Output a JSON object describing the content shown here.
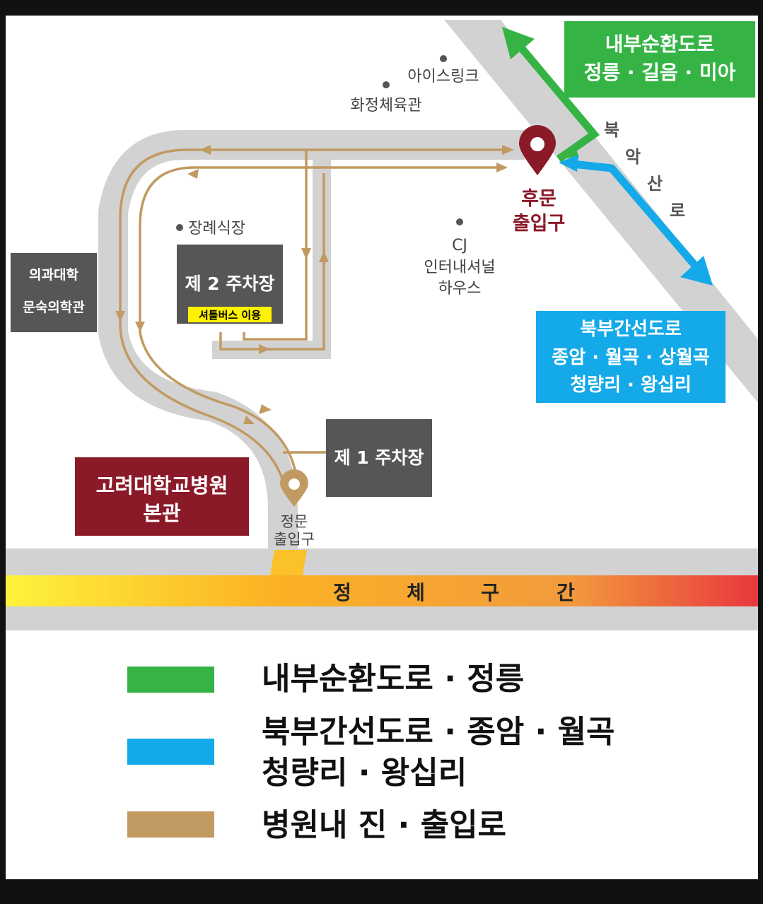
{
  "colors": {
    "green_route": "#35b445",
    "blue_route": "#14a9e9",
    "brown_route": "#c19a62",
    "hospital": "#8b1a29",
    "building": "#565656",
    "road": "#d2d2d2",
    "shuttle_badge": "#fff200"
  },
  "green_sign": {
    "line1": "내부순환도로",
    "line2": "정릉 · 길음 · 미아"
  },
  "blue_sign": {
    "line1": "북부간선도로",
    "line2": "종암 · 월곡 · 상월곡",
    "line3": "청량리 · 왕십리"
  },
  "road_label": {
    "c1": "북",
    "c2": "악",
    "c3": "산",
    "c4": "로"
  },
  "landmarks": {
    "ice_rink": "아이스링크",
    "gym": "화정체육관",
    "funeral": "장례식장",
    "cj_1": "CJ",
    "cj_2": "인터내셔널",
    "cj_3": "하우스"
  },
  "medical_college": {
    "line1": "의과대학",
    "line2": "문숙의학관"
  },
  "parking2": {
    "label": "제 2 주차장",
    "badge": "셔틀버스 이용"
  },
  "parking1": {
    "label": "제 1 주차장"
  },
  "hospital": {
    "line1": "고려대학교병원",
    "line2": "본관"
  },
  "back_gate": {
    "line1": "후문",
    "line2": "출입구"
  },
  "main_gate": {
    "line1": "정문",
    "line2": "출입구"
  },
  "congestion": {
    "c1": "정",
    "c2": "체",
    "c3": "구",
    "c4": "간"
  },
  "legend": [
    {
      "color": "green",
      "line1": "내부순환도로 · 정릉"
    },
    {
      "color": "blue",
      "line1": "북부간선도로 · 종암 · 월곡",
      "line2": "청량리 · 왕십리"
    },
    {
      "color": "brown",
      "line1": "병원내 진 · 출입로"
    }
  ]
}
